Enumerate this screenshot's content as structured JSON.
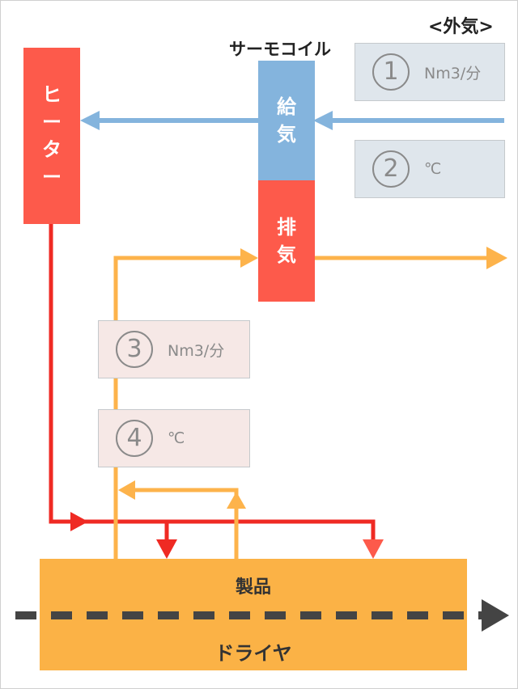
{
  "outside_air": {
    "label": "<外気>"
  },
  "thermo_coil": {
    "label": "サーモコイル",
    "supply_label": [
      "給",
      "気"
    ],
    "exhaust_label": [
      "排",
      "気"
    ]
  },
  "heater": {
    "label": [
      "ヒ",
      "ー",
      "タ",
      "ー"
    ]
  },
  "gauges": [
    {
      "number": "1",
      "unit": "Nm3/分",
      "group": "outside"
    },
    {
      "number": "2",
      "unit": "℃",
      "group": "outside"
    },
    {
      "number": "3",
      "unit": "Nm3/分",
      "group": "inside"
    },
    {
      "number": "4",
      "unit": "℃",
      "group": "inside"
    }
  ],
  "dryer": {
    "product_label": "製品",
    "dryer_label": "ドライヤ"
  },
  "colors": {
    "heater": "#fd5a4b",
    "supply": "#84b4dd",
    "exhaust": "#fd5a4b",
    "hot_air": "#ef2a23",
    "exhaust_air": "#fdb34b",
    "fresh_air": "#84b4dd",
    "conveyor": "#444444",
    "dryer": "#fbb246"
  }
}
